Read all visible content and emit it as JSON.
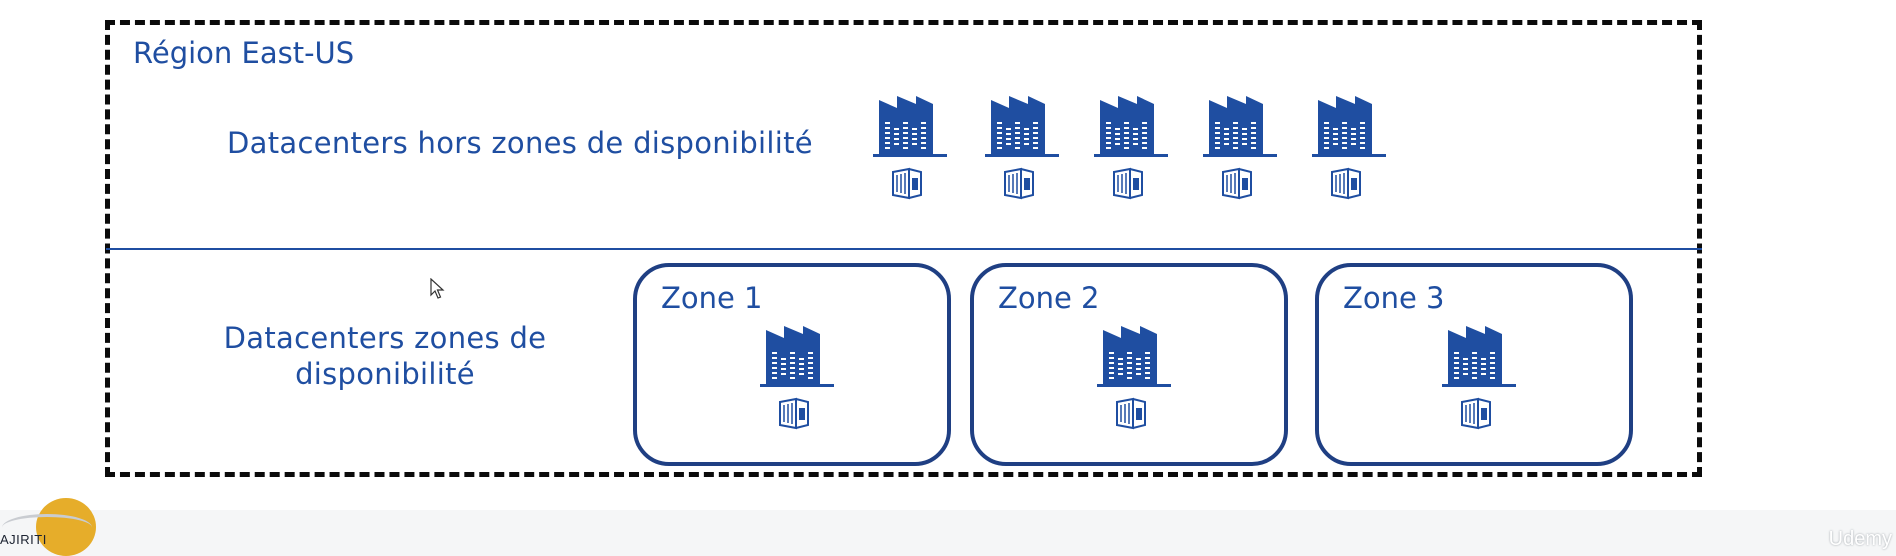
{
  "region": {
    "title": "Région East-US"
  },
  "rows": {
    "outside_zones_label": "Datacenters hors zones de disponibilité",
    "zones_label": "Datacenters zones de disponibilité"
  },
  "zones": [
    {
      "title": "Zone 1"
    },
    {
      "title": "Zone 2"
    },
    {
      "title": "Zone 3"
    }
  ],
  "footer": {
    "logo_text": "AJIRITI",
    "brand": "Udemy"
  },
  "colors": {
    "accent": "#1f4ea1",
    "zone_border": "#1f3f83",
    "dashed_border": "#0b0b0b"
  },
  "icons": {
    "datacenter": "factory-building-icon",
    "server": "server-building-icon"
  }
}
